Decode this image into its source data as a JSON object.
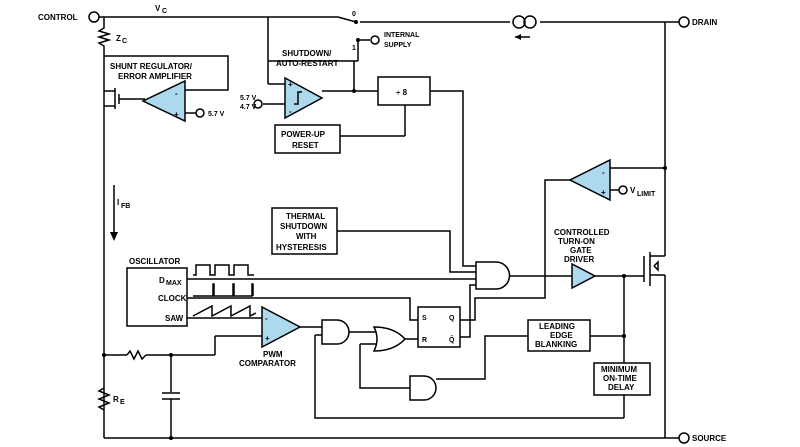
{
  "pins": {
    "control": "CONTROL",
    "drain": "DRAIN",
    "source": "SOURCE"
  },
  "labels": {
    "vc": "V",
    "vc_sub": "C",
    "zc": "Z",
    "zc_sub": "C",
    "re": "R",
    "re_sub": "E",
    "ifb": "I",
    "ifb_sub": "FB",
    "vlimit": "V",
    "vlimit_sub": "LIMIT",
    "switch_0": "0",
    "switch_1": "1",
    "internal_supply_1": "INTERNAL",
    "internal_supply_2": "SUPPLY",
    "shunt_1": "SHUNT REGULATOR/",
    "shunt_2": "ERROR AMPLIFIER",
    "ref_57": "5.7 V",
    "hyst_57": "5.7 V",
    "hyst_47": "4.7 V",
    "shutdown_1": "SHUTDOWN/",
    "shutdown_2": "AUTO-RESTART",
    "divide": "÷ 8",
    "powerup_1": "POWER-UP",
    "powerup_2": "RESET",
    "thermal_1": "THERMAL",
    "thermal_2": "SHUTDOWN",
    "thermal_3": "WITH",
    "thermal_4": "HYSTERESIS",
    "oscillator": "OSCILLATOR",
    "dmax": "D",
    "dmax_sub": "MAX",
    "clock": "CLOCK",
    "saw": "SAW",
    "pwm_1": "PWM",
    "pwm_2": "COMPARATOR",
    "gate_1": "CONTROLLED",
    "gate_2": "TURN-ON",
    "gate_3": "GATE",
    "gate_4": "DRIVER",
    "leb_1": "LEADING",
    "leb_2": "EDGE",
    "leb_3": "BLANKING",
    "mot_1": "MINIMUM",
    "mot_2": "ON-TIME",
    "mot_3": "DELAY",
    "ff_s": "S",
    "ff_r": "R",
    "ff_q": "Q",
    "ff_qbar": "Q̄",
    "plus": "+",
    "minus": "-"
  }
}
